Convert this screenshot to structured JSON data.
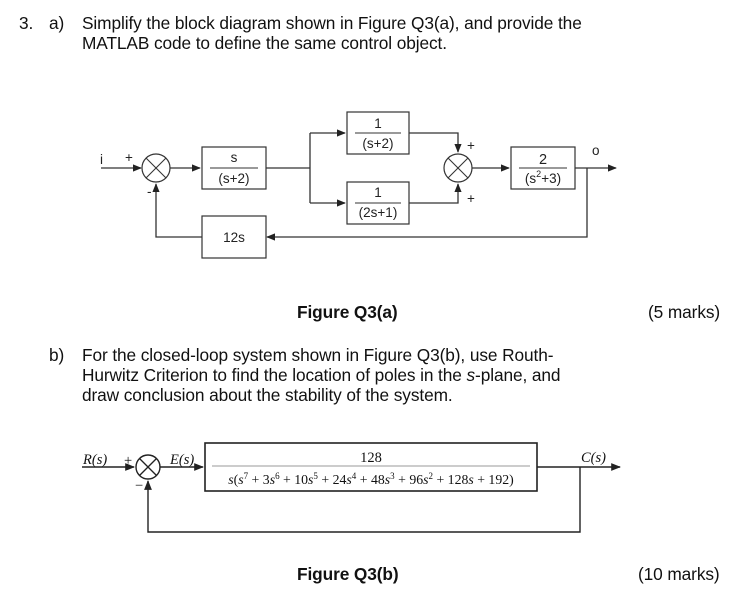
{
  "question": {
    "number": "3.",
    "part_a": {
      "label": "a)",
      "line1": "Simplify the block diagram shown in Figure Q3(a), and provide the",
      "line2": "MATLAB code to define the same control object.",
      "figure_caption": "Figure Q3(a)",
      "marks": "(5 marks)",
      "diagram": {
        "input_label": "i",
        "output_label": "o",
        "sum1_signs": {
          "input": "+",
          "feedback": "-"
        },
        "sum2_signs": {
          "top": "+",
          "bottom": "+"
        },
        "blocks": {
          "forward1": {
            "num": "s",
            "den": "(s+2)"
          },
          "parallel_top": {
            "num": "1",
            "den": "(s+2)"
          },
          "parallel_bottom": {
            "num": "1",
            "den": "(2s+1)"
          },
          "forward2": {
            "num": "2",
            "den_pre": "(s",
            "den_exp": "2",
            "den_post": "+3)"
          },
          "feedback": {
            "label": "12s"
          }
        }
      }
    },
    "part_b": {
      "label": "b)",
      "line1": "For the closed-loop system shown in Figure Q3(b), use Routh-",
      "line2_pre": "Hurwitz Criterion to find the location of poles in the ",
      "line2_italic": "s",
      "line2_post": "-plane, and",
      "line3": "draw conclusion about the stability of the system.",
      "figure_caption": "Figure Q3(b)",
      "marks": "(10 marks)",
      "diagram": {
        "input_label": "R(s)",
        "error_label": "E(s)",
        "output_label": "C(s)",
        "sum_signs": {
          "input": "+",
          "feedback": "−"
        },
        "block": {
          "numerator": "128",
          "denominator": "s(s⁷ + 3s⁶ + 10s⁵ + 24s⁴ + 48s³ + 96s² + 128s + 192)"
        }
      }
    }
  }
}
